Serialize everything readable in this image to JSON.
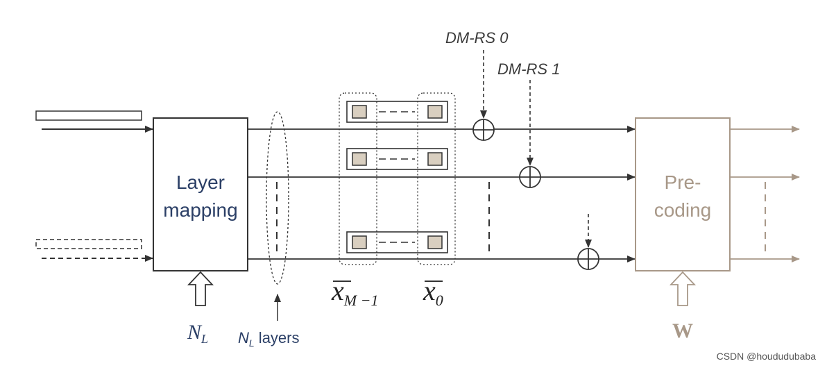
{
  "colors": {
    "line": "#333333",
    "layer_text": "#2b3f66",
    "precoding": "#a89888",
    "cell_fill": "#d9cfc0"
  },
  "blocks": {
    "layer_mapping": {
      "line1": "Layer",
      "line2": "mapping"
    },
    "precoding": {
      "line1": "Pre-",
      "line2": "coding"
    }
  },
  "labels": {
    "dmrs0": "DM-RS 0",
    "dmrs1": "DM-RS 1",
    "nl_main": "N",
    "nl_sub": "L",
    "nl_layers_main": "N",
    "nl_layers_sub": "L",
    "nl_layers_word": " layers",
    "x_m1_main": "x",
    "x_m1_sub": "M −1",
    "x0_main": "x",
    "x0_sub": "0",
    "w": "W"
  },
  "watermark": "CSDN @hoududubaba"
}
